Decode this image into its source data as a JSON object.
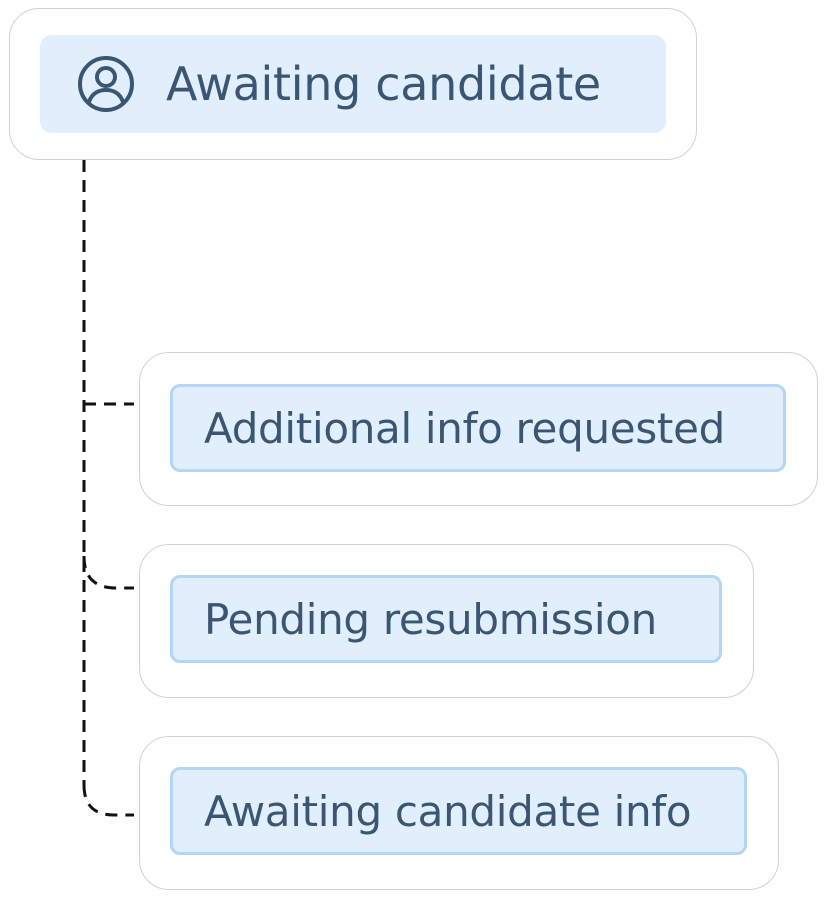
{
  "root": {
    "label": "Awaiting candidate",
    "icon": "user-circle-icon"
  },
  "children": [
    {
      "label": "Additional info requested"
    },
    {
      "label": "Pending resubmission"
    },
    {
      "label": "Awaiting candidate info"
    }
  ],
  "colors": {
    "chip_background": "#e1effc",
    "chip_border": "#b3d5f6",
    "text": "#3b5673",
    "card_border": "#cfd3d8",
    "connector": "#111111"
  }
}
